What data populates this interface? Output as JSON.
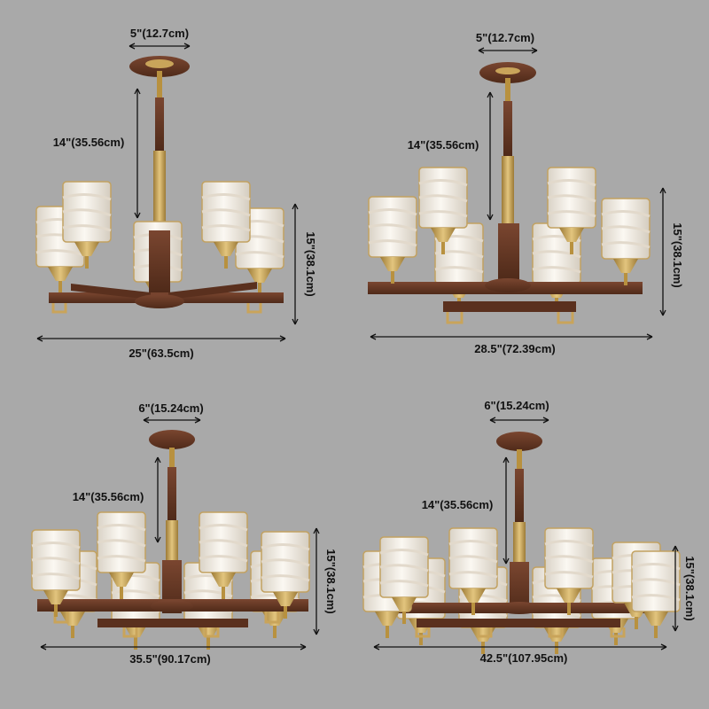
{
  "panels": [
    {
      "id": "top-left",
      "top_width": "5\"(12.7cm)",
      "rod_length": "14\"(35.56cm)",
      "height": "15\"(38.1cm)",
      "overall_width": "25\"(63.5cm)"
    },
    {
      "id": "top-right",
      "top_width": "5\"(12.7cm)",
      "rod_length": "14\"(35.56cm)",
      "height": "15\"(38.1cm)",
      "overall_width": "28.5\"(72.39cm)"
    },
    {
      "id": "bottom-left",
      "top_width": "6\"(15.24cm)",
      "rod_length": "14\"(35.56cm)",
      "height": "15\"(38.1cm)",
      "overall_width": "35.5\"(90.17cm)"
    },
    {
      "id": "bottom-right",
      "top_width": "6\"(15.24cm)",
      "rod_length": "14\"(35.56cm)",
      "height": "15\"(38.1cm)",
      "overall_width": "42.5\"(107.95cm)"
    }
  ],
  "colors": {
    "background": "#a9a9a9",
    "wood": "#6b3a24",
    "brass": "#c9a45a",
    "shade": "#f3efe7"
  }
}
